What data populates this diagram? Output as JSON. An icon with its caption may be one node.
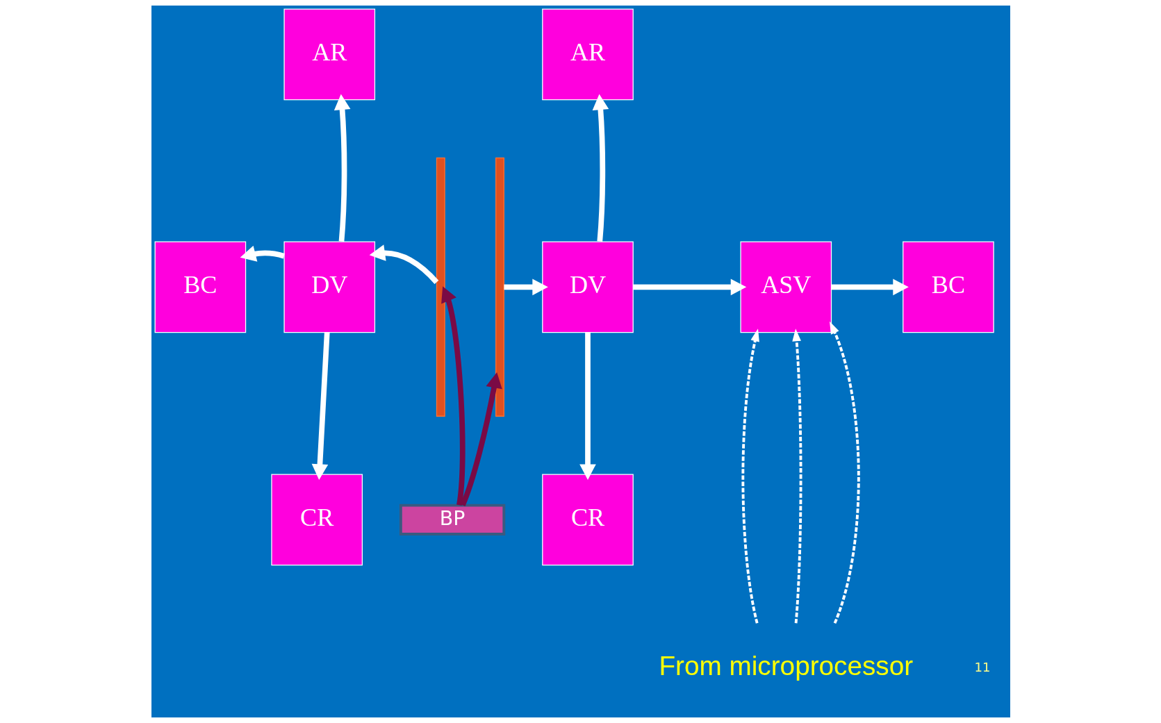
{
  "diagram": {
    "nodes": [
      {
        "text": [
          "AR"
        ]
      },
      {
        "text": [
          "BC"
        ]
      },
      {
        "text": [
          "DV"
        ]
      },
      {
        "text": [
          "CR"
        ]
      },
      {
        "text": [],
        "shape": "bar"
      },
      {
        "text": [],
        "shape": "bar"
      },
      {
        "text": [
          "AR"
        ]
      },
      {
        "text": [
          "DV"
        ]
      },
      {
        "text": [
          "ASV"
        ]
      },
      {
        "text": [
          "BC"
        ]
      },
      {
        "text": [
          "CR"
        ]
      },
      {
        "text": [
          "BP"
        ]
      },
      {
        "text": [
          "From microprocessor"
        ]
      }
    ],
    "edges": [
      {
        "from": 2,
        "to": 0,
        "arrow": "to"
      },
      {
        "from": 2,
        "to": 1,
        "arrow": "to"
      },
      {
        "from": 2,
        "to": 3,
        "arrow": "to"
      },
      {
        "from": 4,
        "to": 2,
        "arrow": "to"
      },
      {
        "from": 5,
        "to": 7,
        "arrow": "to"
      },
      {
        "from": 7,
        "to": 6,
        "arrow": "to"
      },
      {
        "from": 7,
        "to": 10,
        "arrow": "to"
      },
      {
        "from": 7,
        "to": 8,
        "arrow": "to"
      },
      {
        "from": 8,
        "to": 9,
        "arrow": "to"
      },
      {
        "from": 11,
        "to": 4,
        "arrow": "to",
        "color": "#7a0a45"
      },
      {
        "from": 11,
        "to": 5,
        "arrow": "to",
        "color": "#7a0a45"
      },
      {
        "from": 12,
        "to": 8,
        "arrow": "to",
        "style": "dashed"
      },
      {
        "from": 12,
        "to": 8,
        "arrow": "to",
        "style": "dashed"
      },
      {
        "from": 12,
        "to": 8,
        "arrow": "to",
        "style": "dashed"
      }
    ],
    "labels": [
      "11"
    ]
  }
}
